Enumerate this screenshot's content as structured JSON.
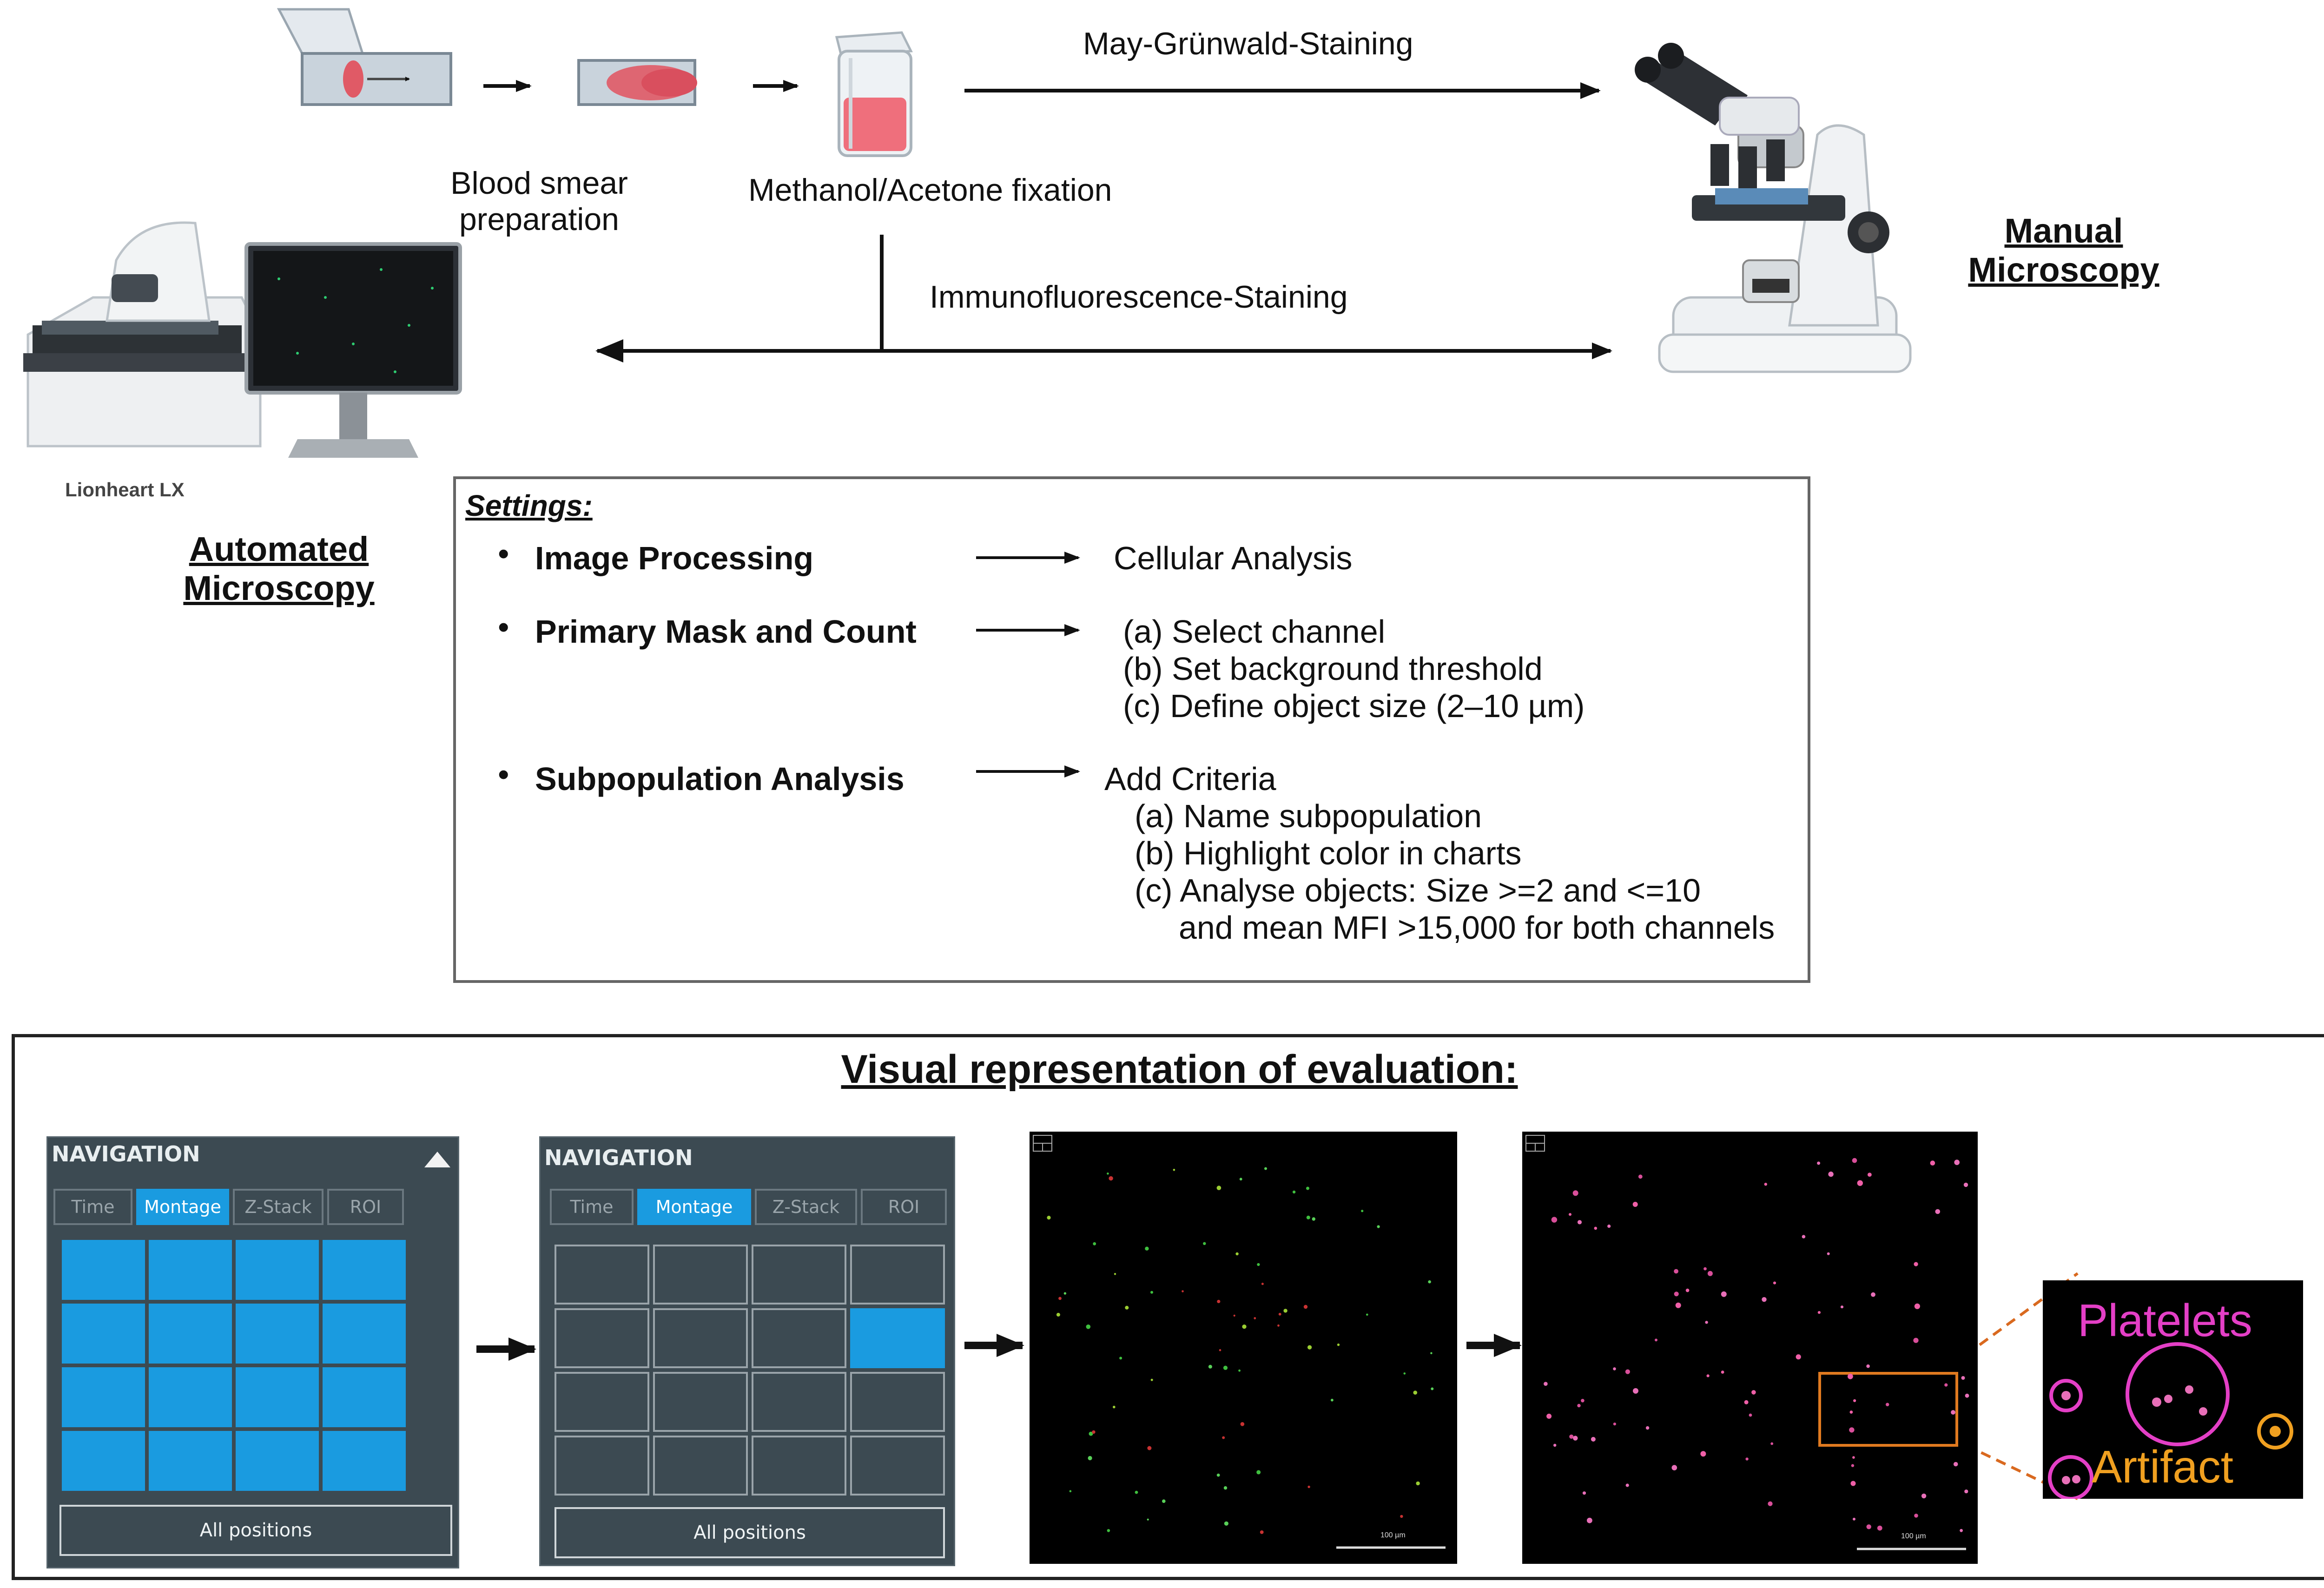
{
  "workflow": {
    "step_blood_smear": "Blood smear\npreparation",
    "step_blood_smear_l1": "Blood smear",
    "step_blood_smear_l2": "preparation",
    "step_fixation": "Methanol/Acetone fixation",
    "stain_top": "May-Grünwald-Staining",
    "stain_bottom": "Immunofluorescence-Staining",
    "manual_l1": "Manual",
    "manual_l2": "Microscopy",
    "auto_l1": "Automated",
    "auto_l2": "Microscopy",
    "device_name": "Lionheart LX"
  },
  "settings": {
    "title": "Settings:",
    "items": [
      {
        "label": "Image Processing",
        "detail": [
          "Cellular Analysis"
        ]
      },
      {
        "label": "Primary Mask and Count",
        "detail": [
          "(a) Select channel",
          "(b) Set background threshold",
          "(c) Define object size (2–10 µm)"
        ]
      },
      {
        "label": "Subpopulation Analysis",
        "detail": [
          "Add Criteria",
          "(a) Name subpopulation",
          "(b) Highlight color in charts",
          "(c) Analyse objects: Size >=2 and <=10",
          "and mean MFI >15,000 for both channels"
        ]
      }
    ]
  },
  "evaluation": {
    "title": "Visual representation of evaluation:",
    "nav_panels": [
      {
        "title": "NAVIGATION",
        "tabs": [
          "Time",
          "Montage",
          "Z-Stack",
          "ROI"
        ],
        "active_tab": "Montage",
        "grid_rows": 4,
        "grid_cols": 4,
        "selected_cells": "all",
        "button": "All positions"
      },
      {
        "title": "NAVIGATION",
        "tabs": [
          "Time",
          "Montage",
          "Z-Stack",
          "ROI"
        ],
        "active_tab": "Montage",
        "grid_rows": 4,
        "grid_cols": 4,
        "selected_cells": [
          [
            1,
            3
          ]
        ],
        "button": "All positions"
      }
    ],
    "micrograph_scale": "100 µm",
    "zoom_labels": {
      "platelets": "Platelets",
      "artifact": "Artifact"
    }
  },
  "colors": {
    "nav_blue": "#1a9be0",
    "nav_bg": "#3c4a52",
    "platelet_magenta": "#e43fc6",
    "artifact_orange": "#f0a020",
    "zoom_line": "#d9691f"
  }
}
